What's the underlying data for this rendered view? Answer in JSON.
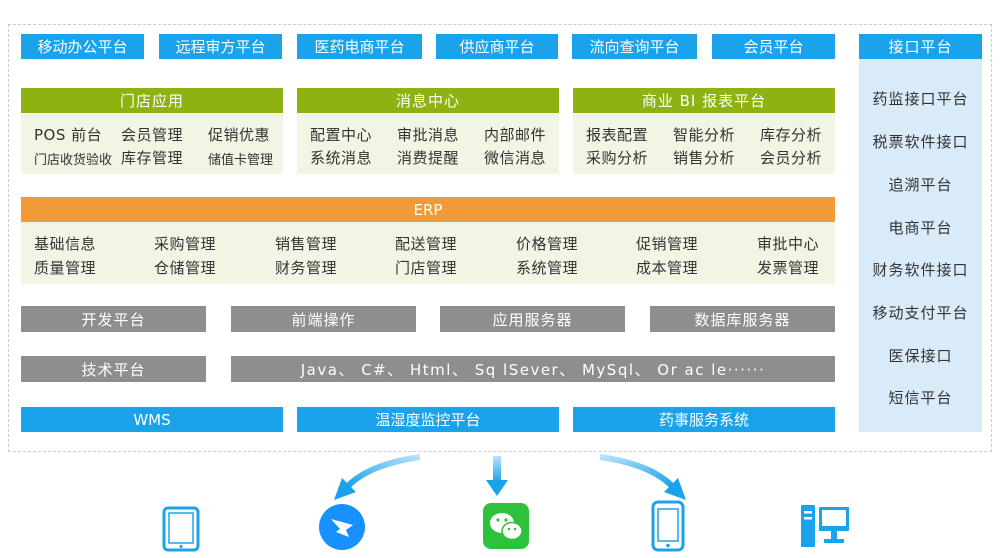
{
  "top_platforms": [
    "移动办公平台",
    "远程审方平台",
    "医药电商平台",
    "供应商平台",
    "流向查询平台",
    "会员平台"
  ],
  "interface": {
    "title": "接口平台",
    "items": [
      "药监接口平台",
      "税票软件接口",
      "追溯平台",
      "电商平台",
      "财务软件接口",
      "移动支付平台",
      "医保接口",
      "短信平台"
    ]
  },
  "store_app": {
    "title": "门店应用",
    "row1": [
      "POS 前台",
      "会员管理",
      "促销优惠"
    ],
    "row2": [
      "门店收货验收",
      "库存管理",
      "储值卡管理"
    ]
  },
  "message_center": {
    "title": "消息中心",
    "row1": [
      "配置中心",
      "审批消息",
      "内部邮件"
    ],
    "row2": [
      "系统消息",
      "消费提醒",
      "微信消息"
    ]
  },
  "bi": {
    "title": "商业 BI 报表平台",
    "row1": [
      "报表配置",
      "智能分析",
      "库存分析"
    ],
    "row2": [
      "采购分析",
      "销售分析",
      "会员分析"
    ]
  },
  "erp": {
    "title": "ERP",
    "row1": [
      "基础信息",
      "采购管理",
      "销售管理",
      "配送管理",
      "价格管理",
      "促销管理",
      "审批中心"
    ],
    "row2": [
      "质量管理",
      "仓储管理",
      "财务管理",
      "门店管理",
      "系统管理",
      "成本管理",
      "发票管理"
    ]
  },
  "dev_row": [
    "开发平台",
    "前端操作",
    "应用服务器",
    "数据库服务器"
  ],
  "tech_row": {
    "label": "技术平台",
    "stack": "Java、 C#、 Html、 Sq lSever、 MySql、 Or ac le······"
  },
  "bottom_row": [
    "WMS",
    "温湿度监控平台",
    "药事服务系统"
  ],
  "devices": [
    "tablet-icon",
    "dingtalk-icon",
    "wechat-icon",
    "mobile-phone-icon",
    "desktop-computer-icon"
  ],
  "colors": {
    "blue": "#1aa3eb",
    "green": "#8fb213",
    "orange": "#f29a38",
    "gray": "#8e8e8e",
    "side_bg": "#d9ebf8",
    "panel_bg": "#f0f5e4"
  }
}
